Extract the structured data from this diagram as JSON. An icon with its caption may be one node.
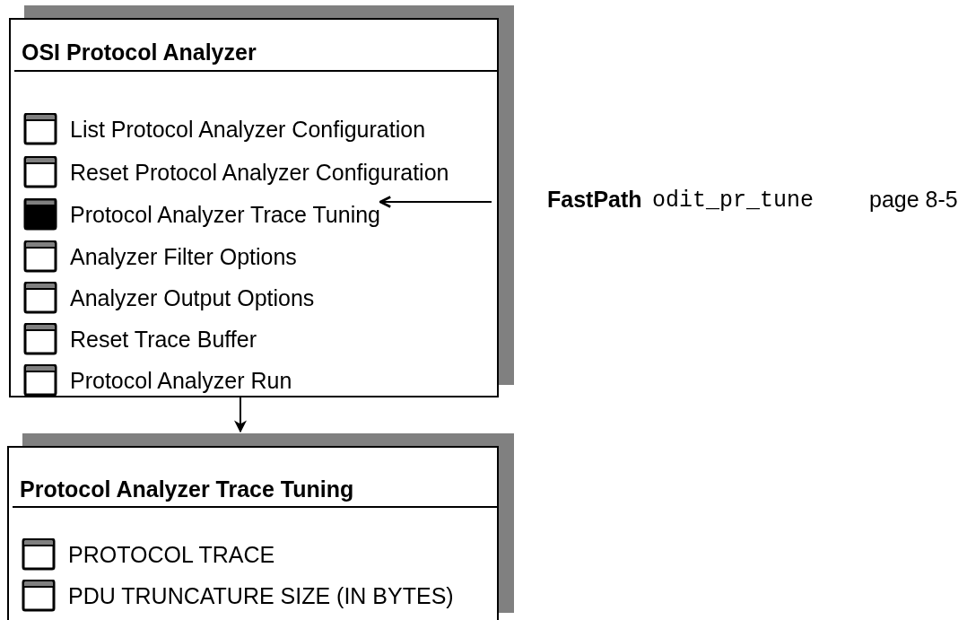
{
  "diagram": {
    "nodes": [
      {
        "text": [
          "OSI Protocol Analyzer"
        ]
      },
      {
        "text": [
          "List Protocol Analyzer Configuration"
        ],
        "in": 0
      },
      {
        "text": [
          "Reset Protocol Analyzer Configuration"
        ],
        "in": 0
      },
      {
        "text": [
          "Protocol Analyzer Trace Tuning"
        ],
        "in": 0
      },
      {
        "text": [
          "Analyzer Filter Options"
        ],
        "in": 0
      },
      {
        "text": [
          "Analyzer Output Options"
        ],
        "in": 0
      },
      {
        "text": [
          "Reset Trace Buffer"
        ],
        "in": 0
      },
      {
        "text": [
          "Protocol Analyzer Run"
        ],
        "in": 0
      },
      {
        "text": [
          "Protocol Analyzer Trace Tuning"
        ]
      },
      {
        "text": [
          "PROTOCOL TRACE"
        ],
        "in": 8
      },
      {
        "text": [
          "PDU TRUNCATURE SIZE (IN BYTES)"
        ],
        "in": 8
      }
    ],
    "edges": [
      {
        "from": 0,
        "to": 8,
        "arrow": "to"
      },
      {
        "from": null,
        "to": 3,
        "arrow": "to"
      }
    ],
    "labels": [
      "FastPath",
      "odit_pr_tune",
      "page 8-5"
    ]
  }
}
